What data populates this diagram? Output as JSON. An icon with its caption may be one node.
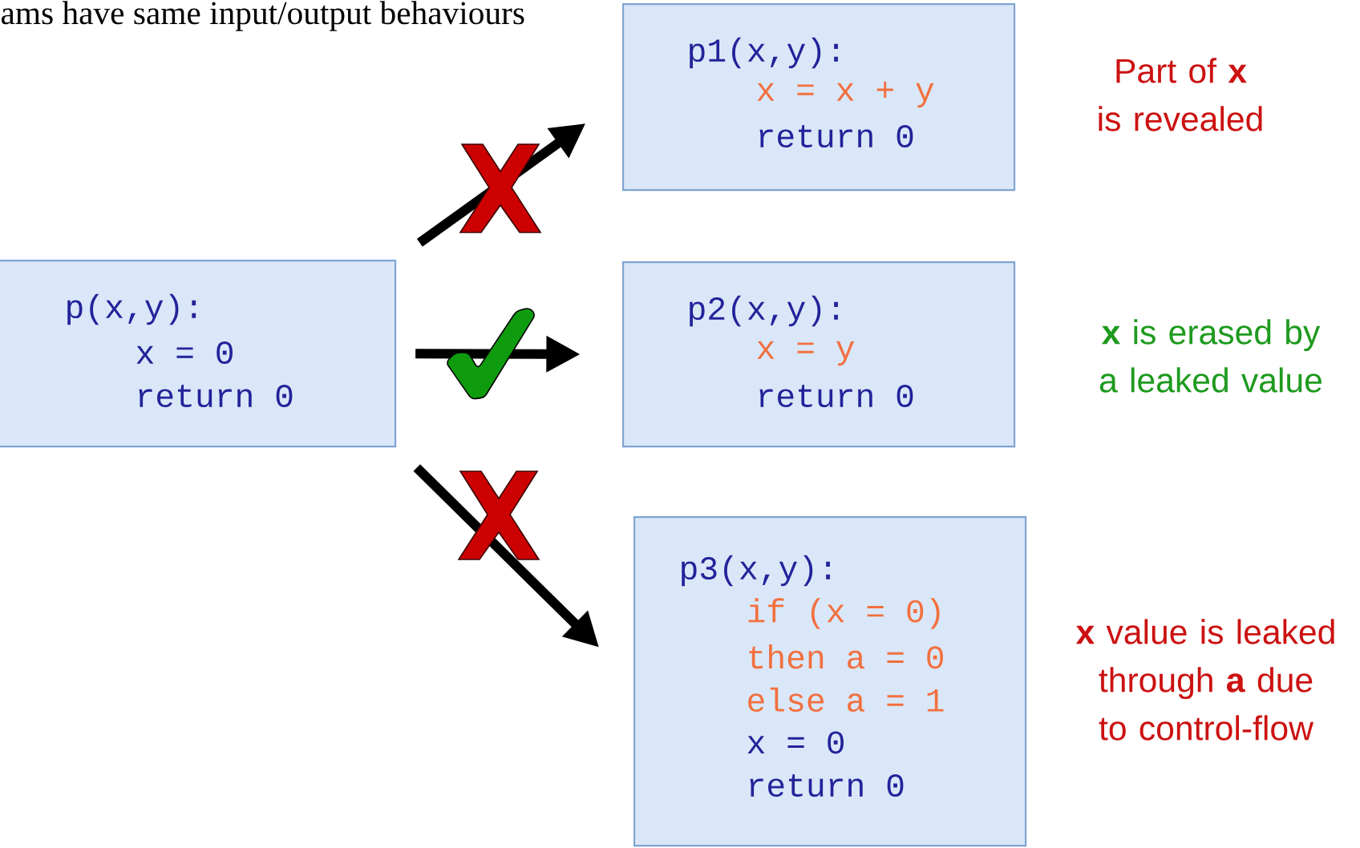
{
  "diagram": {
    "title": "ams have same input/output behaviours",
    "nodes": [
      {
        "text": [
          "p(x,y):",
          "x = 0",
          "return 0"
        ]
      },
      {
        "text": [
          "p1(x,y):",
          "x = x + y",
          "return 0"
        ],
        "beside": [
          "Part of **x** is revealed"
        ]
      },
      {
        "text": [
          "p2(x,y):",
          "x = y",
          "return 0"
        ],
        "beside": [
          "**x** is erased by a leaked value"
        ]
      },
      {
        "text": [
          "p3(x,y):",
          "if (x = 0)",
          "then a = 0",
          "else a = 1",
          "x = 0",
          "return 0"
        ],
        "beside": [
          "**x** value is leaked through **a** due to control-flow"
        ]
      }
    ],
    "edges": [
      {
        "from": 0,
        "to": 1,
        "arrow": "to"
      },
      {
        "from": 0,
        "to": 2,
        "arrow": "to"
      },
      {
        "from": 0,
        "to": 3,
        "arrow": "to"
      }
    ]
  }
}
